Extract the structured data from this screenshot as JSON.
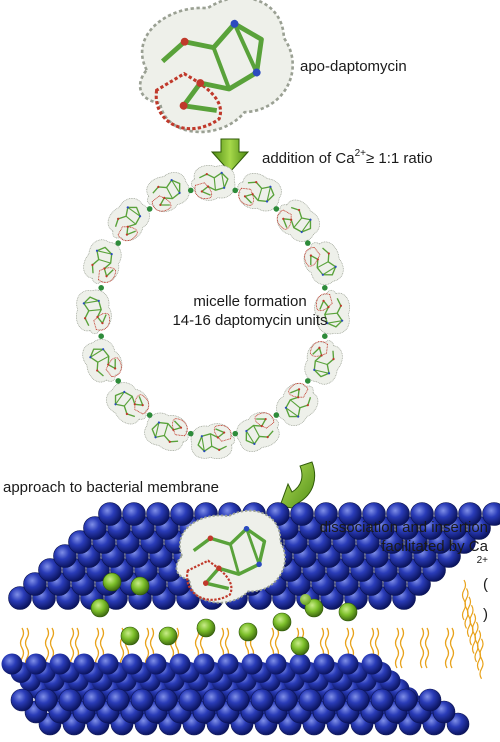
{
  "labels": {
    "apo": "apo-daptomycin",
    "calcium_prefix": "addition of Ca",
    "calcium_sup": "2+",
    "calcium_suffix": "≥ 1:1 ratio",
    "micelle_line1": "micelle formation",
    "micelle_line2": "14-16 daptomycin units",
    "approach": "approach to bacterial membrane",
    "dissoc_line1": "dissociation and insertion",
    "dissoc_line2_prefix": "facilitated by Ca",
    "dissoc_sup": "2+",
    "dissoc_line2_paren_open": " (",
    "dissoc_line2_paren_close": ")"
  },
  "colors": {
    "arrow_green": "#6fae1f",
    "molecule_green": "#59a23a",
    "molecule_red": "#c0392b",
    "calcium_green": "#7cbf2a",
    "lipid_head_blue": "#1d2fa0",
    "lipid_tail_orange": "#e8a21a"
  },
  "micelle_unit_count": 16
}
